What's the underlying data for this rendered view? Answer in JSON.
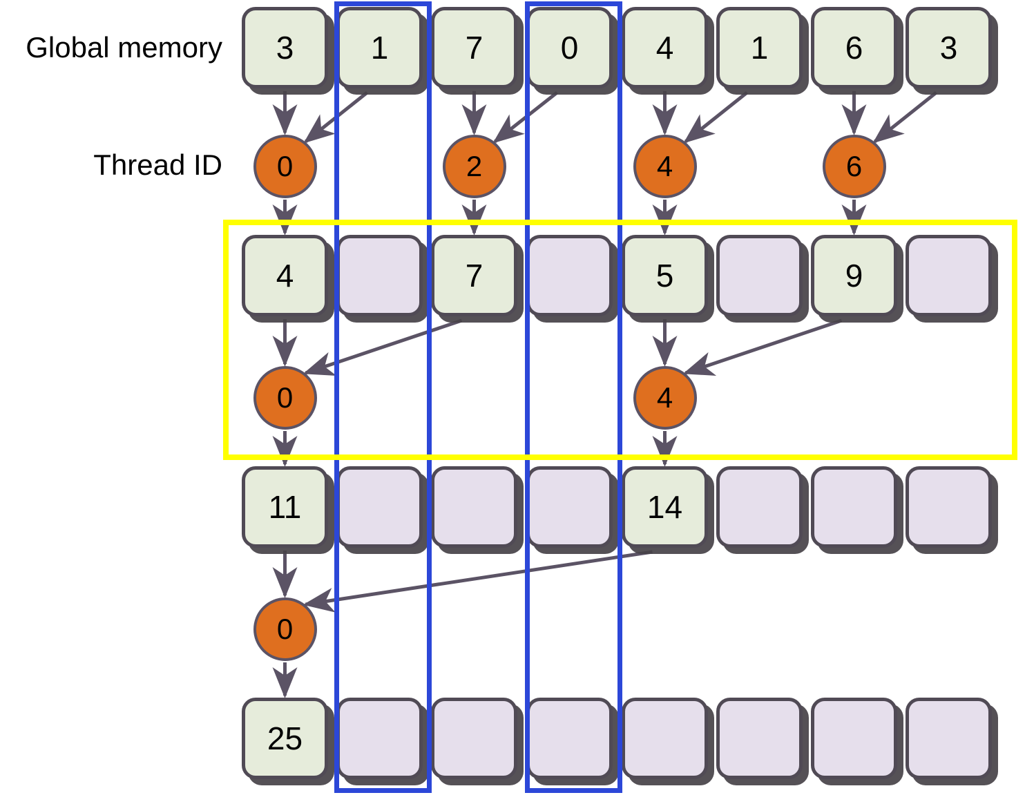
{
  "diagram": {
    "title_labels": {
      "global_memory": "Global memory",
      "thread_id": "Thread ID"
    },
    "colors": {
      "cell_filled": "#e6ecdb",
      "cell_empty": "#e6dfec",
      "cell_border": "#504a55",
      "cell_shadow": "#464248",
      "thread_fill": "#df6f1f",
      "thread_border": "#5b5365",
      "arrow": "#5b5365",
      "column_highlight": "#2c47d8",
      "step_highlight": "#ffff00",
      "text": "#000000",
      "background": "#ffffff"
    },
    "rows": [
      {
        "row_name": "global-memory-row",
        "kind": "cells",
        "values": [
          "3",
          "1",
          "7",
          "0",
          "4",
          "1",
          "6",
          "3"
        ],
        "filled": [
          true,
          true,
          true,
          true,
          true,
          true,
          true,
          true
        ]
      },
      {
        "row_name": "thread-row-1",
        "kind": "threads",
        "threads": [
          {
            "index": 0,
            "label": "0"
          },
          {
            "index": 2,
            "label": "2"
          },
          {
            "index": 4,
            "label": "4"
          },
          {
            "index": 6,
            "label": "6"
          }
        ]
      },
      {
        "row_name": "partial-sums-row-1",
        "kind": "cells",
        "values": [
          "4",
          "",
          "7",
          "",
          "5",
          "",
          "9",
          ""
        ],
        "filled": [
          true,
          false,
          true,
          false,
          true,
          false,
          true,
          false
        ]
      },
      {
        "row_name": "thread-row-2",
        "kind": "threads",
        "threads": [
          {
            "index": 0,
            "label": "0"
          },
          {
            "index": 4,
            "label": "4"
          }
        ]
      },
      {
        "row_name": "partial-sums-row-2",
        "kind": "cells",
        "values": [
          "11",
          "",
          "",
          "",
          "14",
          "",
          "",
          ""
        ],
        "filled": [
          true,
          false,
          false,
          false,
          true,
          false,
          false,
          false
        ]
      },
      {
        "row_name": "thread-row-3",
        "kind": "threads",
        "threads": [
          {
            "index": 0,
            "label": "0"
          }
        ]
      },
      {
        "row_name": "final-sum-row",
        "kind": "cells",
        "values": [
          "25",
          "",
          "",
          "",
          "",
          "",
          "",
          ""
        ],
        "filled": [
          true,
          false,
          false,
          false,
          false,
          false,
          false,
          false
        ]
      }
    ],
    "column_highlights": [
      {
        "name": "column-highlight-1",
        "column_index": 1
      },
      {
        "name": "column-highlight-2",
        "column_index": 3
      }
    ],
    "step_highlight": {
      "name": "reduction-step-highlight",
      "covers": "partial-sums-row-1 and thread-row-2"
    },
    "arrows": {
      "stage1": [
        {
          "from_col": 0,
          "to_thread": 0,
          "type": "vertical"
        },
        {
          "from_col": 1,
          "to_thread": 0,
          "type": "diagonal"
        },
        {
          "from_col": 2,
          "to_thread": 2,
          "type": "vertical"
        },
        {
          "from_col": 3,
          "to_thread": 2,
          "type": "diagonal"
        },
        {
          "from_col": 4,
          "to_thread": 4,
          "type": "vertical"
        },
        {
          "from_col": 5,
          "to_thread": 4,
          "type": "diagonal"
        },
        {
          "from_col": 6,
          "to_thread": 6,
          "type": "vertical"
        },
        {
          "from_col": 7,
          "to_thread": 6,
          "type": "diagonal"
        }
      ],
      "stage2": [
        {
          "from_col": 0,
          "to_thread": 0,
          "type": "vertical"
        },
        {
          "from_col": 2,
          "to_thread": 0,
          "type": "diagonal"
        },
        {
          "from_col": 4,
          "to_thread": 4,
          "type": "vertical"
        },
        {
          "from_col": 6,
          "to_thread": 4,
          "type": "diagonal"
        }
      ],
      "stage3": [
        {
          "from_col": 0,
          "to_thread": 0,
          "type": "vertical"
        },
        {
          "from_col": 4,
          "to_thread": 0,
          "type": "diagonal"
        }
      ],
      "writeback": [
        {
          "from_thread": 0,
          "to_col": 0
        },
        {
          "from_thread": 2,
          "to_col": 2
        },
        {
          "from_thread": 4,
          "to_col": 4
        },
        {
          "from_thread": 6,
          "to_col": 6
        }
      ]
    }
  }
}
